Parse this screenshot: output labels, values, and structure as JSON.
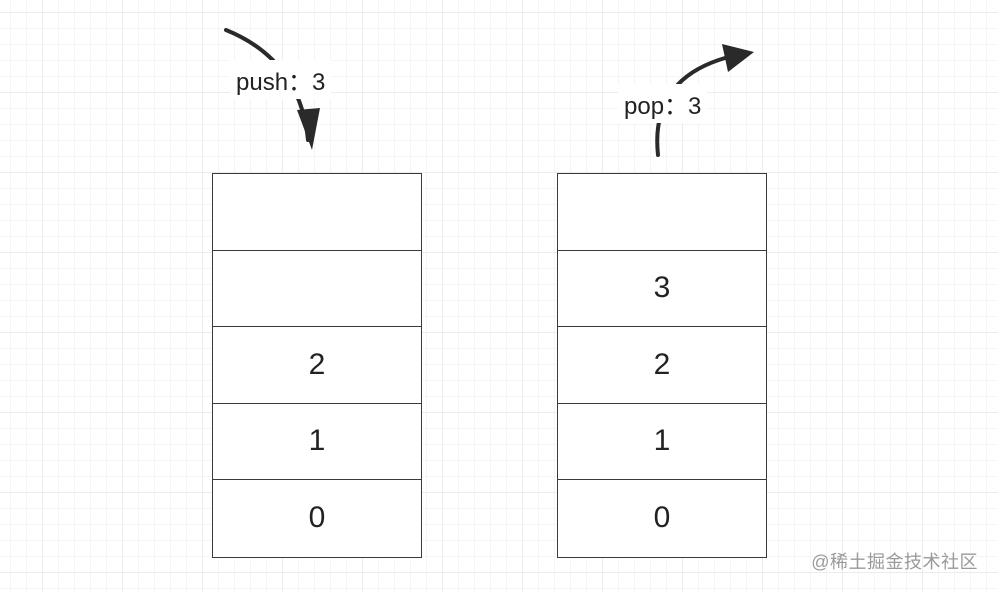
{
  "left_stack": {
    "cells": [
      "",
      "",
      "2",
      "1",
      "0"
    ],
    "operation_label": "push：3"
  },
  "right_stack": {
    "cells": [
      "",
      "3",
      "2",
      "1",
      "0"
    ],
    "operation_label": "pop：3"
  },
  "watermark": "@稀土掘金技术社区",
  "colors": {
    "stroke": "#3a3a3a",
    "text": "#222222",
    "watermark": "#9a9a9a"
  }
}
